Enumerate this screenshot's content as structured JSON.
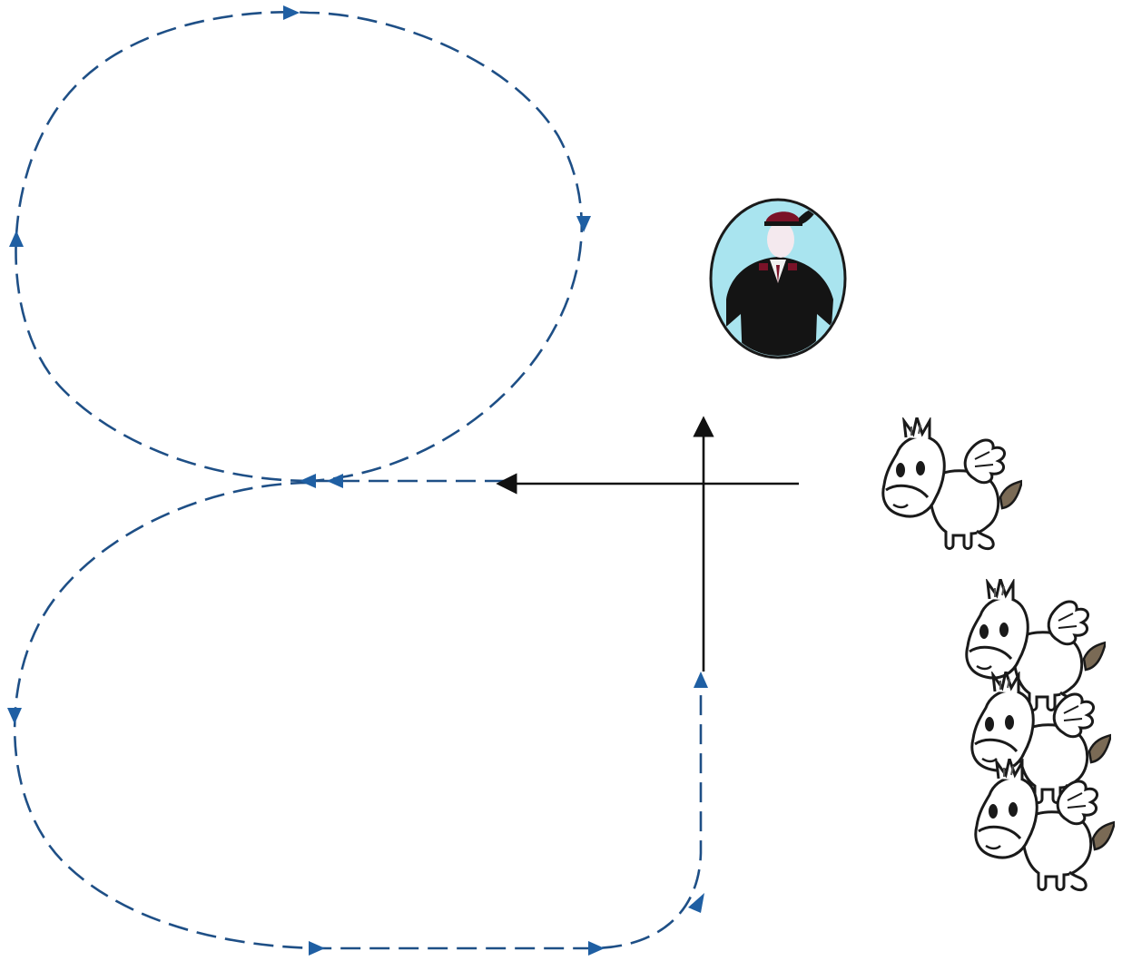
{
  "colors": {
    "background": "#ffffff",
    "dashed_path": "#1e4f86",
    "dashed_arrow": "#1f5fa3",
    "solid_arrow": "#111111",
    "portrait_bg": "#a9e4ef",
    "portrait_border": "#1a1a1a",
    "uniform": "#141414",
    "cap": "#7a1228",
    "skin": "#f4e9ee",
    "horse_outline": "#1a1a1a",
    "horse_fill": "#ffffff",
    "horse_tail": "#7a6a55"
  },
  "icons": {
    "portrait": "official-portrait-icon",
    "horse": "winged-horse-icon"
  },
  "diagram": {
    "horse_count": 4,
    "dashed_route": "loop-then-return",
    "solid_arrows": [
      "left",
      "up"
    ]
  }
}
